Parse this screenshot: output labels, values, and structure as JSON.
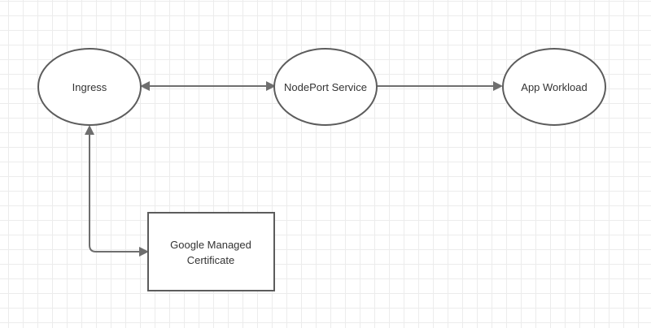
{
  "diagram": {
    "nodes": {
      "ingress": {
        "label": "Ingress",
        "shape": "ellipse"
      },
      "nodeport_service": {
        "label": "NodePort Service",
        "shape": "ellipse"
      },
      "app_workload": {
        "label": "App Workload",
        "shape": "ellipse"
      },
      "managed_certificate": {
        "line1": "Google Managed",
        "line2": "Certificate",
        "shape": "rectangle"
      }
    },
    "edges": [
      {
        "from": "Ingress",
        "to": "NodePort Service",
        "direction": "bidirectional"
      },
      {
        "from": "NodePort Service",
        "to": "App Workload",
        "direction": "forward"
      },
      {
        "from": "Google Managed Certificate",
        "to": "Ingress",
        "direction": "bidirectional"
      }
    ],
    "colors": {
      "stroke": "#5c5c5c",
      "edge": "#6e6e6e",
      "grid": "#ececec",
      "text": "#333333"
    }
  }
}
